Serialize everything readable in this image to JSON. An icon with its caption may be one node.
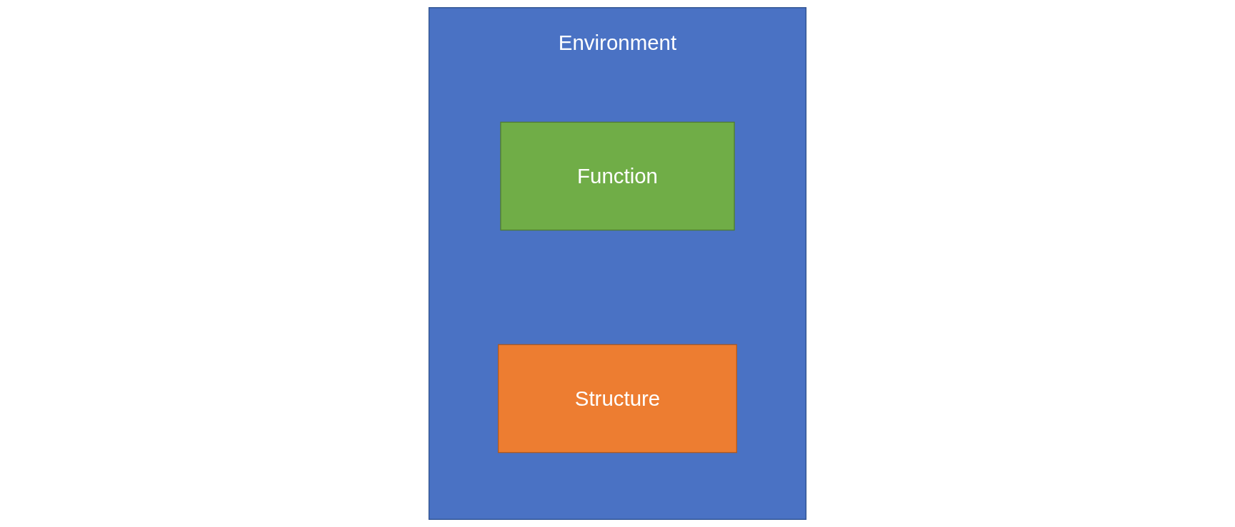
{
  "diagram": {
    "nodes": [
      {
        "text": [
          "Environment"
        ]
      },
      {
        "text": [
          "Function"
        ],
        "in": 0
      },
      {
        "text": [
          "Structure"
        ],
        "in": 0
      }
    ]
  }
}
